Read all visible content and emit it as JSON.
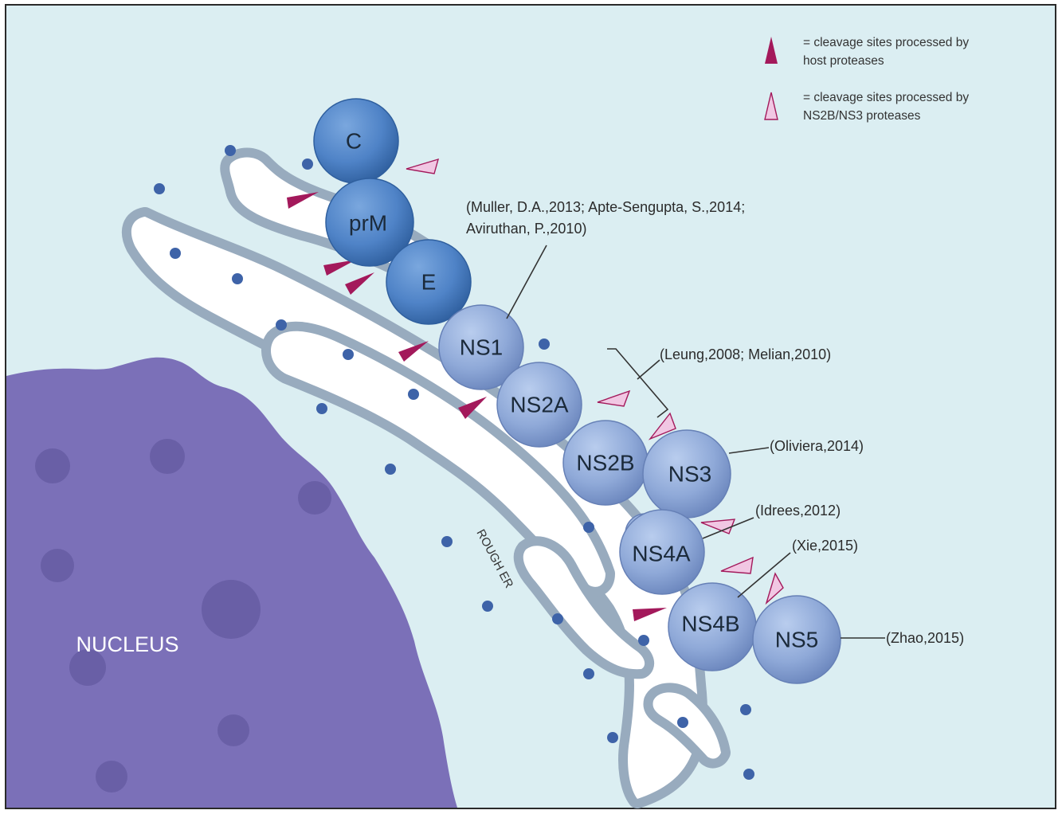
{
  "colors": {
    "background": "#dbeef2",
    "nucleus": "#7b70b8",
    "nucleus_spot": "#695fa6",
    "er_membrane": "#98abbe",
    "ribosome": "#3e63a8",
    "structural_protein": "#4f83c7",
    "nonstructural_protein": "#8fa9d8",
    "host_cleavage": "#a3195b",
    "viral_cleavage": "#f1c7e3"
  },
  "legend": {
    "host_line1": "= cleavage sites processed by",
    "host_line2": "host proteases",
    "viral_line1": "= cleavage sites processed by",
    "viral_line2": "NS2B/NS3 proteases"
  },
  "labels": {
    "nucleus": "NUCLEUS",
    "rough_er": "ROUGH ER"
  },
  "proteins": {
    "c": "C",
    "prm": "prM",
    "e": "E",
    "ns1": "NS1",
    "ns2a": "NS2A",
    "ns2b": "NS2B",
    "ns3": "NS3",
    "ns4a": "NS4A",
    "ns4b": "NS4B",
    "ns5": "NS5"
  },
  "citations": {
    "ns1_line1": "(Muller, D.A.,2013; Apte-Sengupta, S.,2014;",
    "ns1_line2": "Aviruthan, P.,2010)",
    "ns2": "(Leung,2008; Melian,2010)",
    "ns3": "(Oliviera,2014)",
    "ns4a": "(Idrees,2012)",
    "ns4b": "(Xie,2015)",
    "ns5": "(Zhao,2015)"
  }
}
